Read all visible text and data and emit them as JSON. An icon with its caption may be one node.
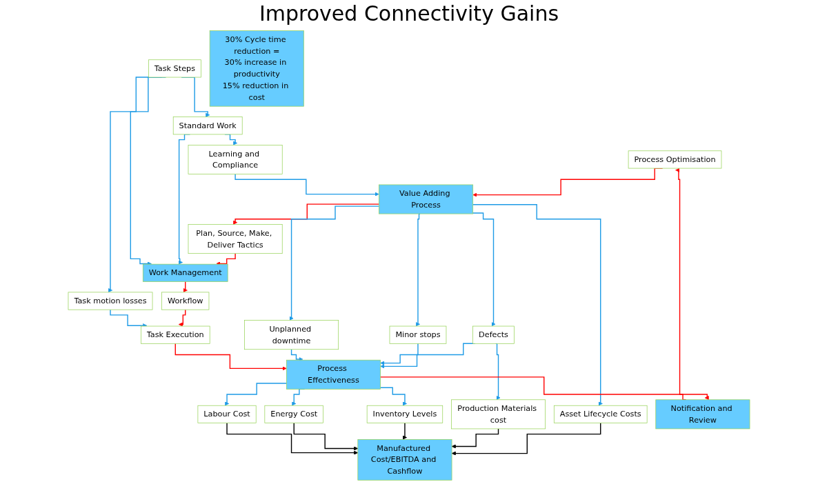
{
  "diagram": {
    "title": "Improved Connectivity Gains",
    "nodes": [
      {
        "text": [
          "Process Optimisation"
        ]
      },
      {
        "text": [
          "Learning and Compliance"
        ]
      },
      {
        "text": [
          "Standard Work"
        ]
      },
      {
        "text": [
          "Value Adding Process"
        ]
      },
      {
        "text": [
          "Plan, Source, Make, Deliver Tactics"
        ]
      },
      {
        "text": [
          "Asset Lifecycle Costs"
        ]
      },
      {
        "text": [
          "Defects"
        ]
      },
      {
        "text": [
          "Minor stops"
        ]
      },
      {
        "text": [
          "Unplanned downtime"
        ]
      },
      {
        "text": [
          "Production Materials cost"
        ]
      },
      {
        "text": [
          "Process Effectiveness"
        ]
      },
      {
        "text": [
          "Inventory Levels"
        ]
      },
      {
        "text": [
          "Energy Cost"
        ]
      },
      {
        "text": [
          "Labour Cost"
        ]
      },
      {
        "text": [
          "Manufactured Cost/EBITDA and Cashflow"
        ]
      },
      {
        "text": [
          "Work Management"
        ]
      },
      {
        "text": [
          "Workflow"
        ]
      },
      {
        "text": [
          "Task Execution"
        ]
      },
      {
        "text": [
          "Notification and Review"
        ]
      },
      {
        "text": [
          "Task Steps"
        ]
      },
      {
        "text": [
          "Task motion losses"
        ]
      },
      {
        "text": [
          "30% Cycle time reduction =",
          "30% increase in productivity",
          "15% reduction in cost"
        ]
      }
    ],
    "edges": [
      {
        "from": 0,
        "to": 3,
        "arrow": "to",
        "color": "#ff0000"
      },
      {
        "from": 1,
        "to": 3,
        "arrow": "to"
      },
      {
        "from": 2,
        "to": 1,
        "arrow": "to"
      },
      {
        "from": 3,
        "to": 4,
        "arrow": "to",
        "color": "#ff0000"
      },
      {
        "from": 3,
        "to": 5,
        "arrow": "to"
      },
      {
        "from": 3,
        "to": 6,
        "arrow": "to"
      },
      {
        "from": 3,
        "to": 7,
        "arrow": "to"
      },
      {
        "from": 3,
        "to": 8,
        "arrow": "to"
      },
      {
        "from": 6,
        "to": 9,
        "arrow": "to"
      },
      {
        "from": 6,
        "to": 10,
        "arrow": "to"
      },
      {
        "from": 7,
        "to": 10,
        "arrow": "to"
      },
      {
        "from": 8,
        "to": 10,
        "arrow": "to"
      },
      {
        "from": 10,
        "to": 11,
        "arrow": "to"
      },
      {
        "from": 10,
        "to": 12,
        "arrow": "to"
      },
      {
        "from": 10,
        "to": 13,
        "arrow": "to"
      },
      {
        "from": 5,
        "to": 14,
        "arrow": "to",
        "color": "#000000"
      },
      {
        "from": 9,
        "to": 14,
        "arrow": "to",
        "color": "#000000"
      },
      {
        "from": 11,
        "to": 14,
        "arrow": "to",
        "color": "#000000"
      },
      {
        "from": 12,
        "to": 14,
        "arrow": "to",
        "color": "#000000"
      },
      {
        "from": 13,
        "to": 14,
        "arrow": "to",
        "color": "#000000"
      },
      {
        "from": 4,
        "to": 15,
        "arrow": "to",
        "color": "#ff0000"
      },
      {
        "from": 2,
        "to": 15,
        "arrow": "to"
      },
      {
        "from": 15,
        "to": 16,
        "arrow": "to",
        "color": "#ff0000"
      },
      {
        "from": 16,
        "to": 17,
        "arrow": "to",
        "color": "#ff0000"
      },
      {
        "from": 17,
        "to": 10,
        "arrow": "to",
        "color": "#ff0000"
      },
      {
        "from": 10,
        "to": 18,
        "arrow": "to",
        "color": "#ff0000"
      },
      {
        "from": 18,
        "to": 0,
        "arrow": "to",
        "color": "#ff0000"
      },
      {
        "from": 19,
        "to": 15,
        "arrow": "to"
      },
      {
        "from": 19,
        "to": 2,
        "arrow": "to"
      },
      {
        "from": 19,
        "to": 20,
        "arrow": "to"
      },
      {
        "from": 20,
        "to": 17,
        "arrow": "to"
      }
    ]
  }
}
